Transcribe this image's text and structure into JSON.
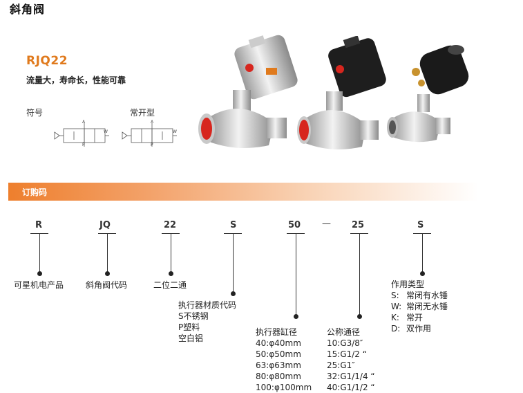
{
  "title": "斜角阀",
  "model": "RJQ22",
  "tagline": "流量大，寿命长，性能可靠",
  "symbols": {
    "symbol_label": "符号",
    "normally_open_label": "常开型",
    "port_A": "A",
    "port_P": "P",
    "port_W": "W"
  },
  "order_bar_label": "订购码",
  "codes": {
    "c1": "R",
    "c2": "JQ",
    "c3": "22",
    "c4": "S",
    "c5": "50",
    "dash": "—",
    "c6": "25",
    "c7": "S"
  },
  "descriptions": {
    "d1": "可星机电产品",
    "d2": "斜角阀代码",
    "d3": "二位二通",
    "material": {
      "title": "执行器材质代码",
      "items": [
        "S不锈钢",
        "P塑料",
        "空白铝"
      ]
    },
    "cylinder": {
      "title": "执行器缸径",
      "items": [
        "40:φ40mm",
        "50:φ50mm",
        "63:φ63mm",
        "80:φ80mm",
        "100:φ100mm"
      ]
    },
    "bore": {
      "title": "公称通径",
      "items": [
        "10:G3/8″",
        "15:G1/2 “",
        "25:G1″",
        "32:G1/1/4 “",
        "40:G1/1/2 “"
      ]
    },
    "action": {
      "title": "作用类型",
      "items": [
        {
          "key": "S:",
          "val": "常闭有水锤"
        },
        {
          "key": "W:",
          "val": "常闭无水锤"
        },
        {
          "key": "K:",
          "val": "常开"
        },
        {
          "key": "D:",
          "val": "双作用"
        }
      ]
    }
  },
  "colors": {
    "accent": "#e07a1d",
    "bar": "#ee7f2d"
  }
}
